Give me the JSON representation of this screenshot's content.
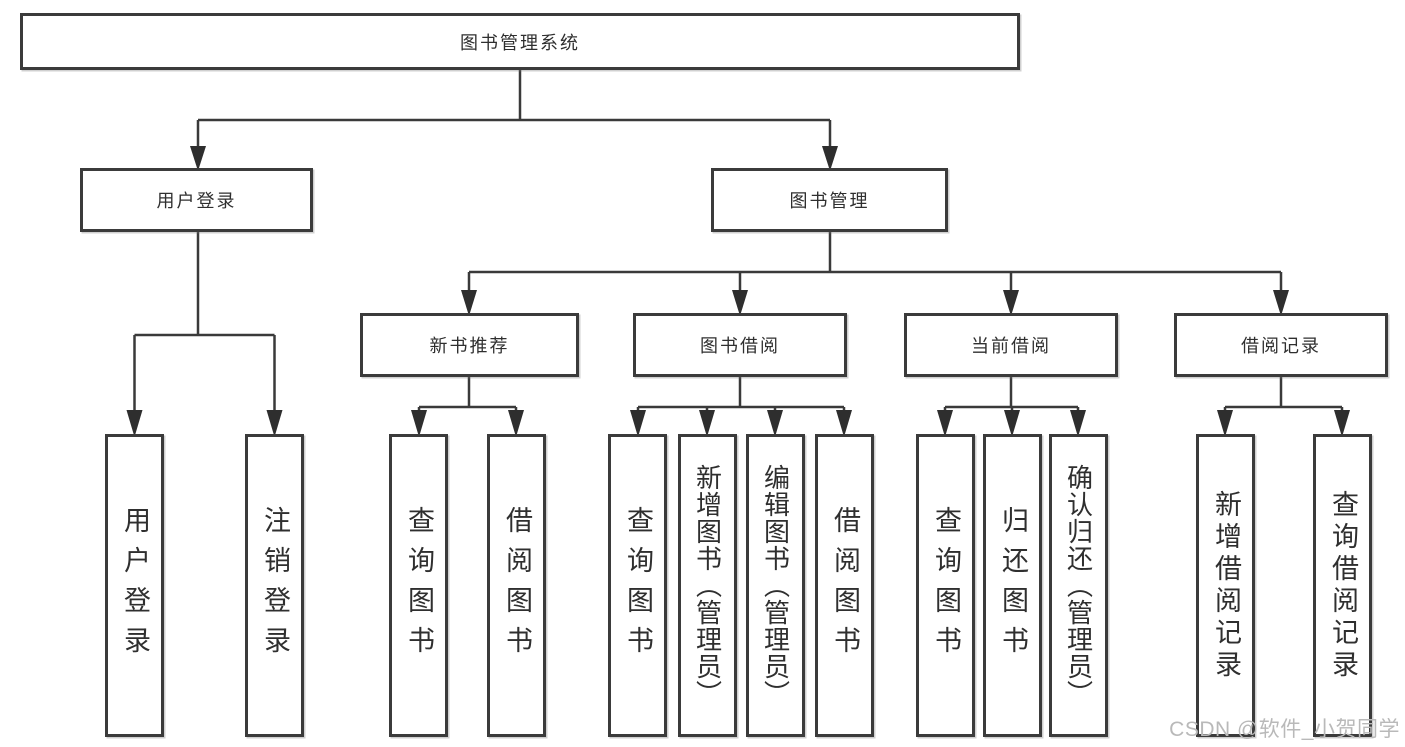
{
  "diagram": {
    "root": "图书管理系统",
    "level2": [
      "用户登录",
      "图书管理"
    ],
    "level3": [
      "新书推荐",
      "图书借阅",
      "当前借阅",
      "借阅记录"
    ],
    "leaves": [
      "用户登录",
      "注销登录",
      "查询图书",
      "借阅图书",
      "查询图书",
      "新增图书（管理员）",
      "编辑图书（管理员）",
      "借阅图书",
      "查询图书",
      "归还图书",
      "确认归还（管理员）",
      "新增借阅记录",
      "查询借阅记录"
    ],
    "structure": {
      "图书管理系统": [
        "用户登录",
        "图书管理"
      ],
      "用户登录": [
        "用户登录",
        "注销登录"
      ],
      "图书管理": [
        "新书推荐",
        "图书借阅",
        "当前借阅",
        "借阅记录"
      ],
      "新书推荐": [
        "查询图书",
        "借阅图书"
      ],
      "图书借阅": [
        "查询图书",
        "新增图书（管理员）",
        "编辑图书（管理员）",
        "借阅图书"
      ],
      "当前借阅": [
        "查询图书",
        "归还图书",
        "确认归还（管理员）"
      ],
      "借阅记录": [
        "新增借阅记录",
        "查询借阅记录"
      ]
    },
    "colors": {
      "line": "#3a3a3a",
      "arrow": "#2e2e2e",
      "border": "#3b3b3b",
      "text": "#2f2f2f",
      "watermark": "#b9b9b9",
      "background": "#ffffff"
    },
    "watermark": "CSDN @软件_小贺同学"
  }
}
